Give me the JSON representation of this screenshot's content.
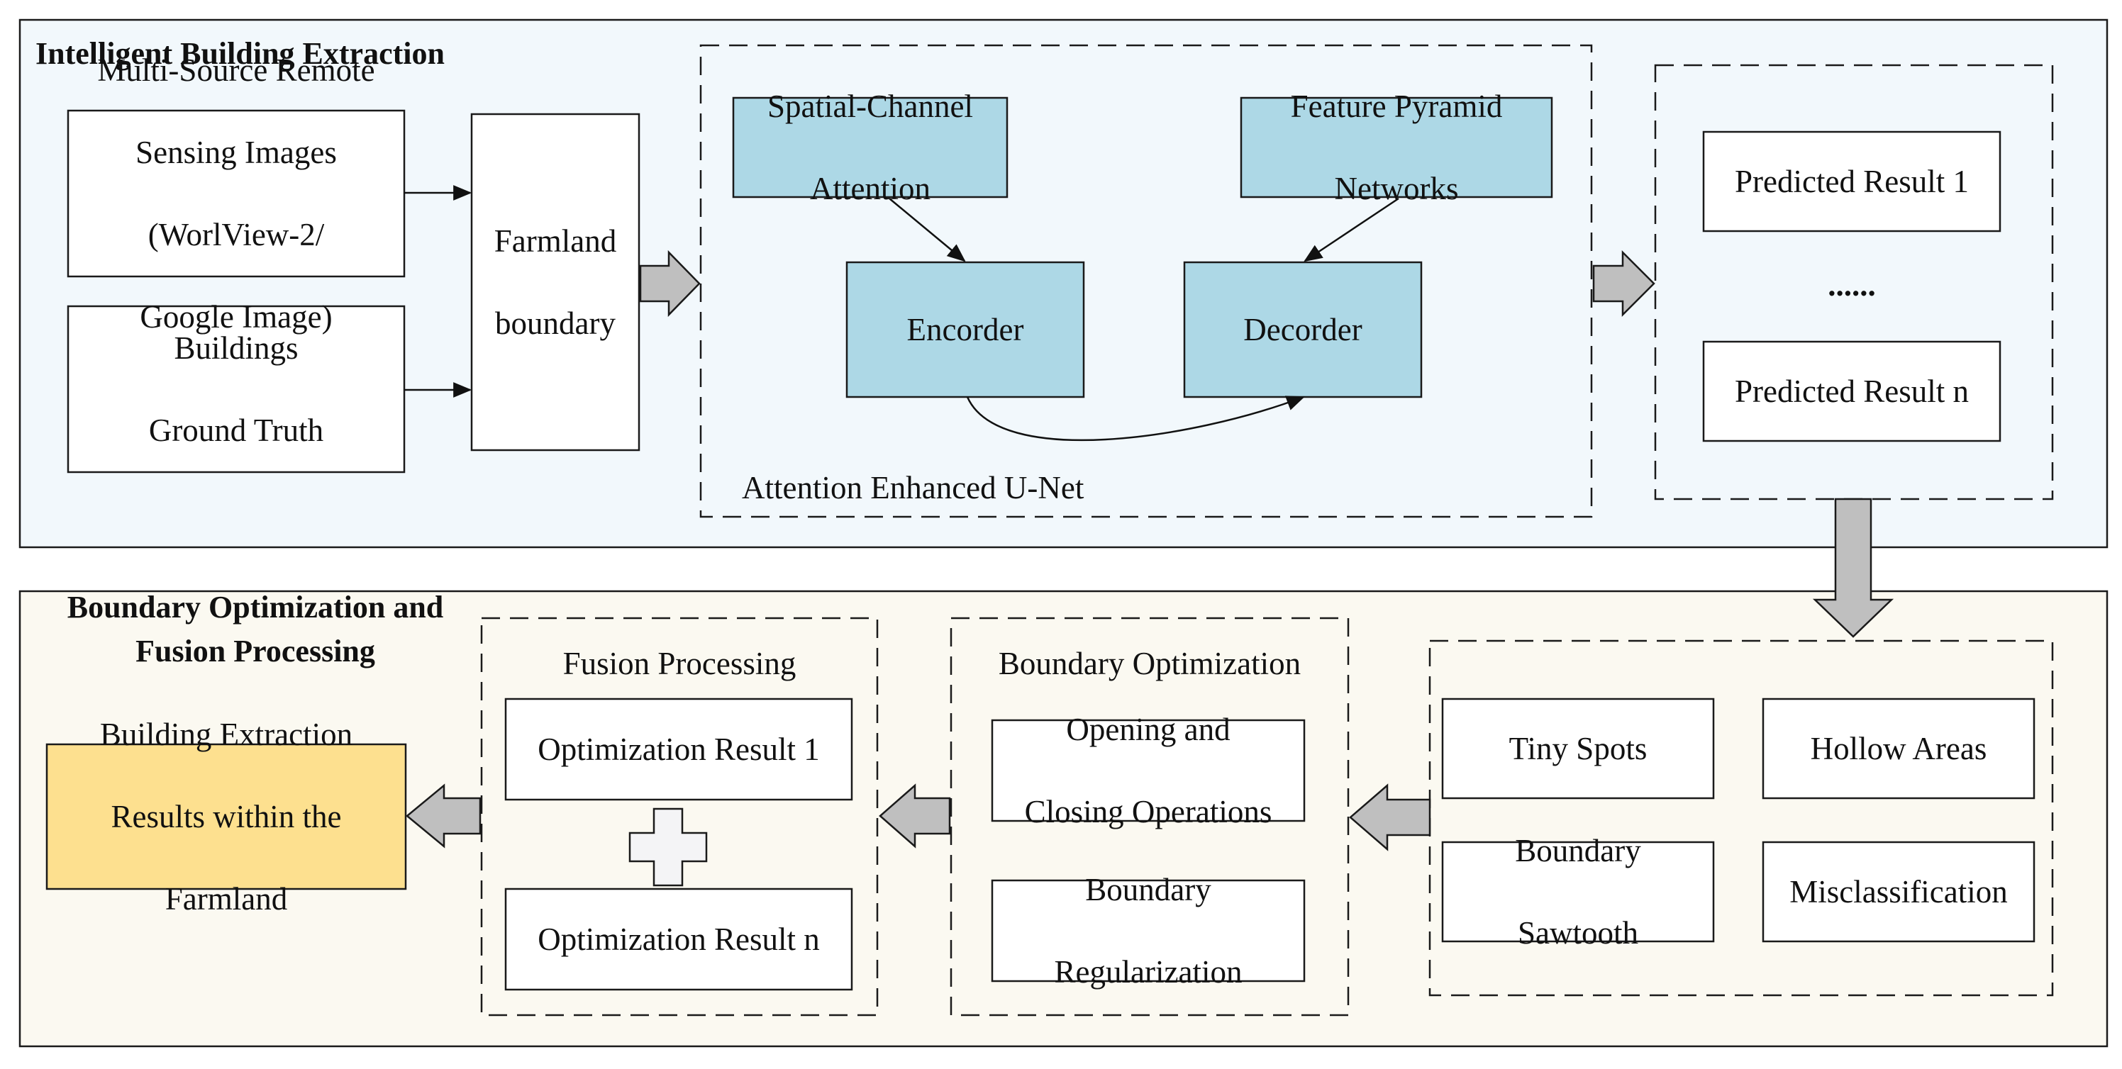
{
  "panels": {
    "extraction": {
      "title": "Intelligent Building Extraction",
      "bg": "#f2f8fc"
    },
    "optimization": {
      "title_line1": "Boundary Optimization and",
      "title_line2": "Fusion Processing",
      "bg": "#fbf9f1"
    }
  },
  "inputs": {
    "images": [
      "Multi-Source Remote",
      "Sensing Images",
      "(WorlView-2/",
      "Google Image)"
    ],
    "ground_truth": [
      "Buildings",
      "Ground Truth"
    ],
    "farmland": [
      "Farmland",
      "boundary"
    ]
  },
  "unet": {
    "caption": "Attention Enhanced U-Net",
    "attention": [
      "Spatial-Channel",
      "Attention"
    ],
    "fpn": [
      "Feature Pyramid",
      "Networks"
    ],
    "encoder": "Encorder",
    "decoder": "Decorder"
  },
  "predictions": {
    "first": "Predicted Result 1",
    "ellipsis": "......",
    "last": "Predicted Result  n"
  },
  "problems": {
    "tiny_spots": "Tiny Spots",
    "hollow_areas": "Hollow Areas",
    "sawtooth": [
      "Boundary",
      "Sawtooth"
    ],
    "misclassification": "Misclassification"
  },
  "boundary_optimization": {
    "title": "Boundary Optimization",
    "opening_closing": [
      "Opening and",
      "Closing Operations"
    ],
    "regularization": [
      "Boundary",
      "Regularization"
    ]
  },
  "fusion": {
    "title": "Fusion Processing",
    "first": "Optimization Result 1",
    "last": "Optimization Result n"
  },
  "output": [
    "Building Extraction",
    "Results within the",
    "Farmland"
  ],
  "colors": {
    "model_block": "#add8e6",
    "output_block": "#fde08f",
    "flow_arrow": "#bfbfbf",
    "stroke": "#1a1a1a"
  }
}
